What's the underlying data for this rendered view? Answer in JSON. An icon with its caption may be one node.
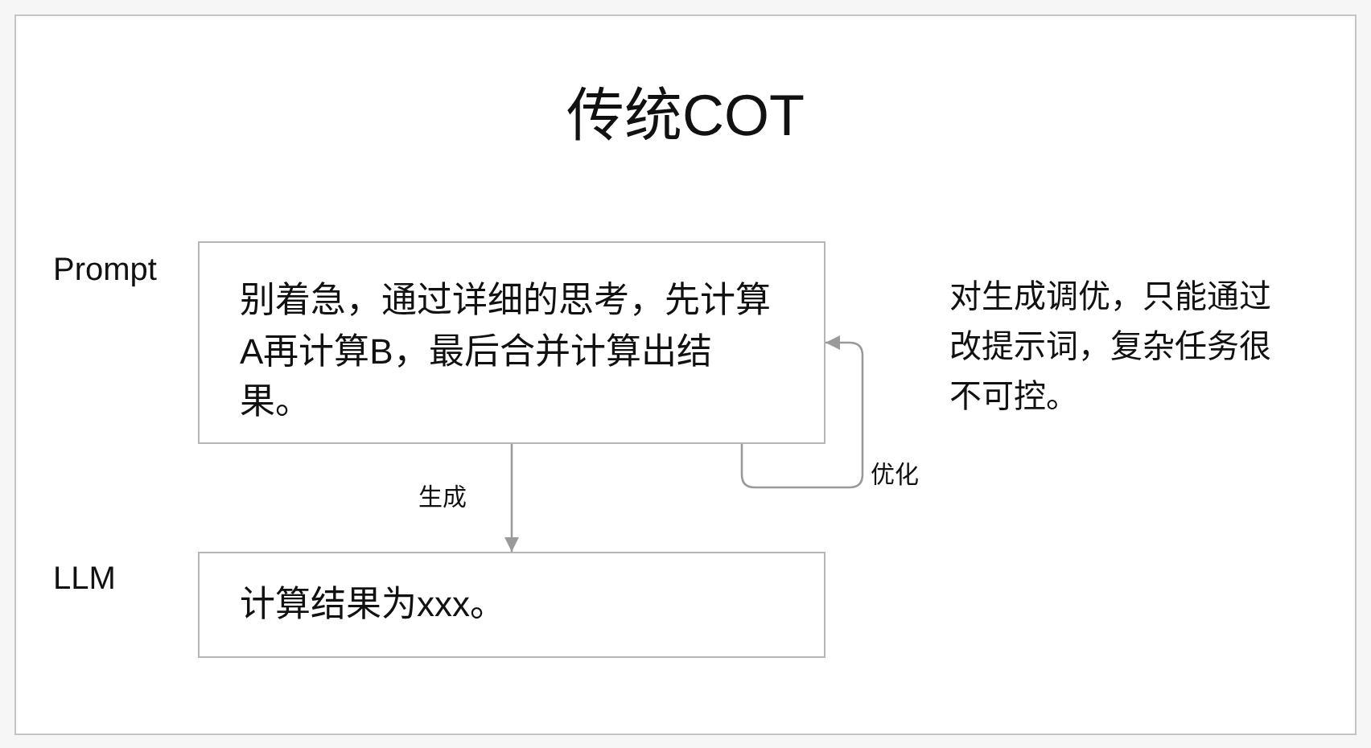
{
  "diagram": {
    "title": "传统COT",
    "nodes": [
      {
        "text": [
          "别着急，通过详细的思考，先计算A再计算B，最后合并计算出结果。"
        ],
        "beside": [
          "Prompt"
        ]
      },
      {
        "text": [
          "计算结果为xxx。"
        ],
        "beside": [
          "LLM"
        ]
      }
    ],
    "edges": [
      {
        "from": 0,
        "to": 1,
        "arrow": "to",
        "label": "生成"
      },
      {
        "from": 0,
        "to": 0,
        "arrow": "to",
        "label": "优化"
      }
    ],
    "labels": [
      "对生成调优，只能通过改提示词，复杂任务很不可控。"
    ]
  }
}
